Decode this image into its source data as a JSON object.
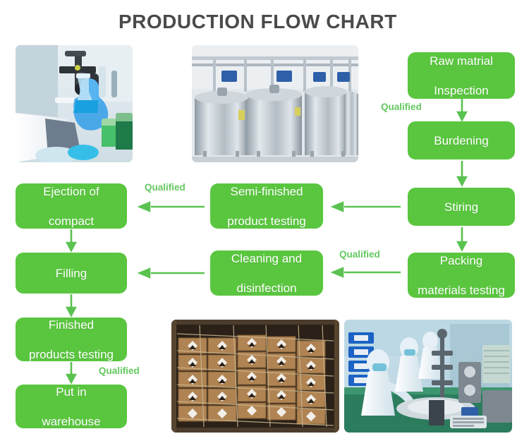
{
  "title": "PRODUCTION FLOW CHART",
  "colors": {
    "box_green": "#5ac63f",
    "label_green": "#63c85f",
    "arrow_green": "#5ac250",
    "title_gray": "#4a4a4a",
    "background": "#ffffff"
  },
  "boxes": [
    {
      "id": "raw-material-inspection",
      "lines": [
        "Raw matrial",
        "Inspection"
      ]
    },
    {
      "id": "burdening",
      "lines": [
        "Burdening"
      ]
    },
    {
      "id": "stiring",
      "lines": [
        "Stiring"
      ]
    },
    {
      "id": "packing-materials-testing",
      "lines": [
        "Packing",
        "materials testing"
      ]
    },
    {
      "id": "semi-finished-product-testing",
      "lines": [
        "Semi-finished",
        "product testing"
      ]
    },
    {
      "id": "cleaning-and-disinfection",
      "lines": [
        "Cleaning and",
        "disinfection"
      ]
    },
    {
      "id": "ejection-of-compact",
      "lines": [
        "Ejection of",
        "compact"
      ]
    },
    {
      "id": "filling",
      "lines": [
        "Filling"
      ]
    },
    {
      "id": "finished-products-testing",
      "lines": [
        "Finished",
        "products testing"
      ]
    },
    {
      "id": "put-in-warehouse",
      "lines": [
        "Put in",
        "warehouse"
      ]
    }
  ],
  "qualified_labels": [
    {
      "id": "qualified-raw-to-burdening",
      "text": "Qualified"
    },
    {
      "id": "qualified-semi-to-ejection",
      "text": "Qualified"
    },
    {
      "id": "qualified-packing-to-cleaning",
      "text": "Qualified"
    },
    {
      "id": "qualified-finished-to-warehouse",
      "text": "Qualified"
    }
  ],
  "arrows": [
    {
      "id": "arrow-raw-to-burdening",
      "direction": "down"
    },
    {
      "id": "arrow-burdening-to-stiring",
      "direction": "down"
    },
    {
      "id": "arrow-stiring-to-packing",
      "direction": "down"
    },
    {
      "id": "arrow-packing-to-cleaning",
      "direction": "left"
    },
    {
      "id": "arrow-stiring-to-semifinished",
      "direction": "left"
    },
    {
      "id": "arrow-semifinished-to-ejection",
      "direction": "left"
    },
    {
      "id": "arrow-cleaning-to-filling",
      "direction": "left"
    },
    {
      "id": "arrow-ejection-to-filling",
      "direction": "down"
    },
    {
      "id": "arrow-filling-to-finished",
      "direction": "down"
    },
    {
      "id": "arrow-finished-to-warehouse",
      "direction": "down"
    }
  ],
  "photos": [
    {
      "id": "photo-laboratory-testing",
      "caption": "laboratory-microscope-flask-photo"
    },
    {
      "id": "photo-stainless-tanks",
      "caption": "stainless-steel-mixing-tanks-photo"
    },
    {
      "id": "photo-packed-cartons",
      "caption": "stacked-cardboard-cartons-photo"
    },
    {
      "id": "photo-cleanroom-line",
      "caption": "cleanroom-production-line-photo"
    }
  ]
}
